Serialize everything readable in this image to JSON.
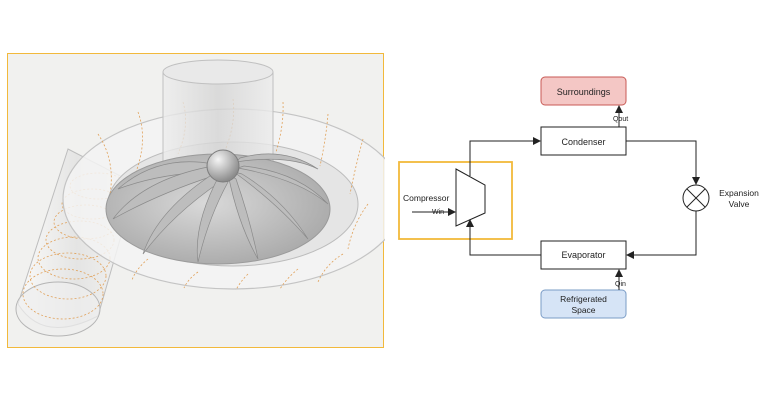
{
  "diagram": {
    "surroundings": "Surroundings",
    "condenser": "Condenser",
    "qout": "Qout",
    "compressor": "Compressor",
    "win": "Win",
    "expansion_line1": "Expansion",
    "expansion_line2": "Valve",
    "evaporator": "Evaporator",
    "qin": "Qin",
    "refrigerated_line1": "Refrigerated",
    "refrigerated_line2": "Space"
  },
  "colors": {
    "highlight_border": "#f2b93b",
    "surroundings_fill": "#f4c7c5",
    "surroundings_stroke": "#c85a55",
    "refrigerated_fill": "#d6e4f6",
    "refrigerated_stroke": "#7a9cc6",
    "line": "#222222"
  }
}
